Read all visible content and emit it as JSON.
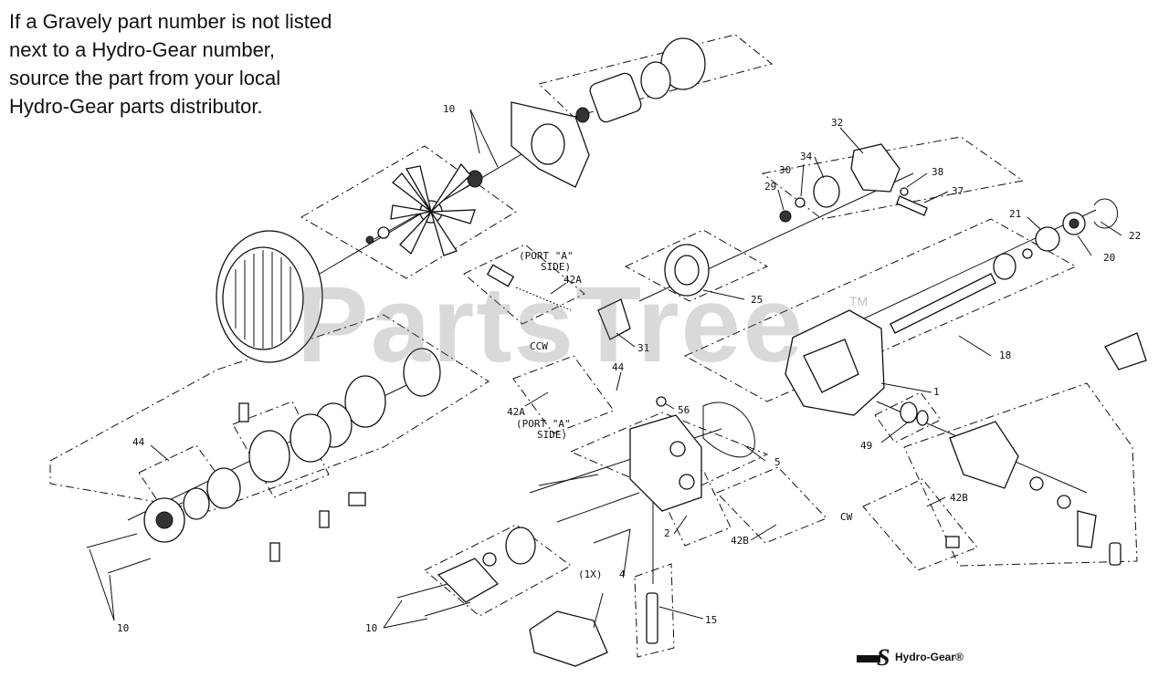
{
  "note_lines": [
    "If a Gravely part number is not listed",
    "next to a Hydro-Gear number,",
    "source the part from your local",
    "Hydro-Gear parts distributor."
  ],
  "watermark": "PartsTree",
  "watermark_tm": "TM",
  "brand": {
    "symbol": "S",
    "name": "Hydro-Gear",
    "reg": "®"
  },
  "callouts": {
    "c10_top": "10",
    "c32": "32",
    "c30": "30",
    "c34": "34",
    "c29": "29",
    "c38": "38",
    "c37": "37",
    "c21": "21",
    "c22": "22",
    "c20": "20",
    "port_a_top_1": "(PORT \"A\"",
    "port_a_top_2": "SIDE)",
    "c42a_top": "42A",
    "c25": "25",
    "c31": "31",
    "ccw": "CCW",
    "c18": "18",
    "c44_mid": "44",
    "c42a_mid": "42A",
    "port_a_mid_1": "(PORT \"A\"",
    "port_a_mid_2": "SIDE)",
    "c56": "56",
    "c1": "1",
    "c49": "49",
    "c5": "5",
    "c44_left": "44",
    "c42b_right": "42B",
    "cw": "CW",
    "c2": "2",
    "c42b_mid": "42B",
    "c1x": "(1X)",
    "c4": "4",
    "c15": "15",
    "c10_left": "10",
    "c10_bottom": "10"
  }
}
